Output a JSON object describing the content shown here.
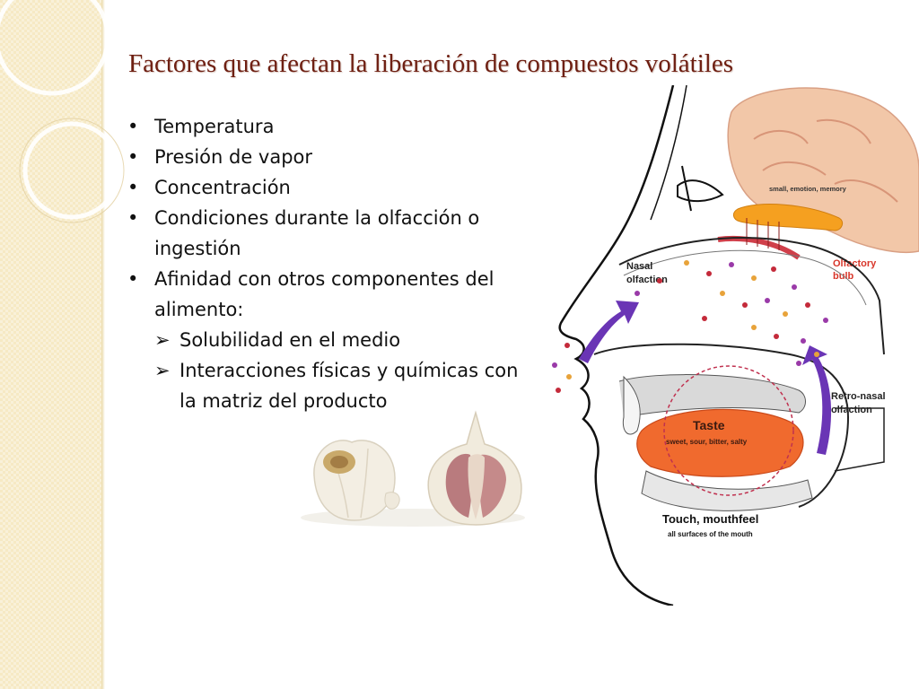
{
  "slide": {
    "title": "Factores que afectan la liberación de compuestos volátiles",
    "bullets": [
      {
        "text": "Temperatura",
        "level": 1,
        "marker": "•"
      },
      {
        "text": "Presión de vapor",
        "level": 1,
        "marker": "•"
      },
      {
        "text": "Concentración",
        "level": 1,
        "marker": "•"
      },
      {
        "text": "Condiciones durante la olfacción o ingestión",
        "level": 1,
        "marker": "•"
      },
      {
        "text": "Afinidad con otros componentes del alimento:",
        "level": 1,
        "marker": "•"
      },
      {
        "text": "Solubilidad en el medio",
        "level": 2,
        "marker": "➢"
      },
      {
        "text": "Interacciones físicas y químicas con la matriz del producto",
        "level": 2,
        "marker": "➢"
      }
    ]
  },
  "diagram": {
    "labels": {
      "brain": "small, emotion, memory",
      "olfactory_bulb": "Olfactory bulb",
      "nasal": "Nasal olfaction",
      "retro_nasal": "Retro-nasal olfaction",
      "taste": "Taste",
      "taste_sub": "sweet, sour, bitter, salty",
      "touch": "Touch, mouthfeel",
      "touch_sub": "all surfaces of the mouth"
    },
    "colors": {
      "title": "#6e1f12",
      "arrow": "#6a35b5",
      "brain": "#f2c7a8",
      "bulb": "#f5a020",
      "tongue": "#f06a2e",
      "bulb_label": "#d8362a"
    }
  }
}
